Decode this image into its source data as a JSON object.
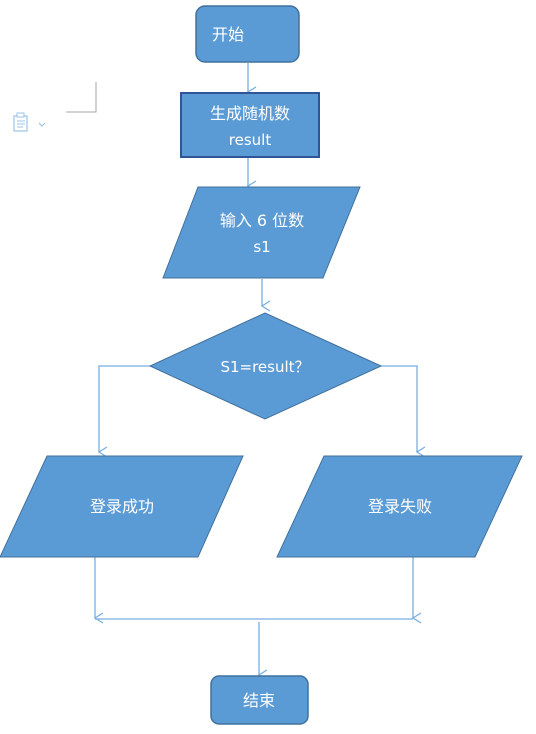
{
  "diagram": {
    "nodes": {
      "start": {
        "label": "开始"
      },
      "generate": {
        "line1": "生成随机数",
        "line2": "result"
      },
      "input": {
        "line1": "输入 6 位数",
        "line2": "s1"
      },
      "decision": {
        "label": "S1=result？"
      },
      "success": {
        "label": "登录成功"
      },
      "fail": {
        "label": "登录失败"
      },
      "end": {
        "label": "结束"
      }
    },
    "colors": {
      "shape_fill": "#5b9bd5",
      "shape_border": "#41719c",
      "dark_border": "#2f5597",
      "connector": "#79aee0",
      "text": "#ffffff"
    }
  },
  "toolbar": {
    "paste_icon": "clipboard-icon",
    "dropdown_icon": "chevron-down-icon"
  }
}
